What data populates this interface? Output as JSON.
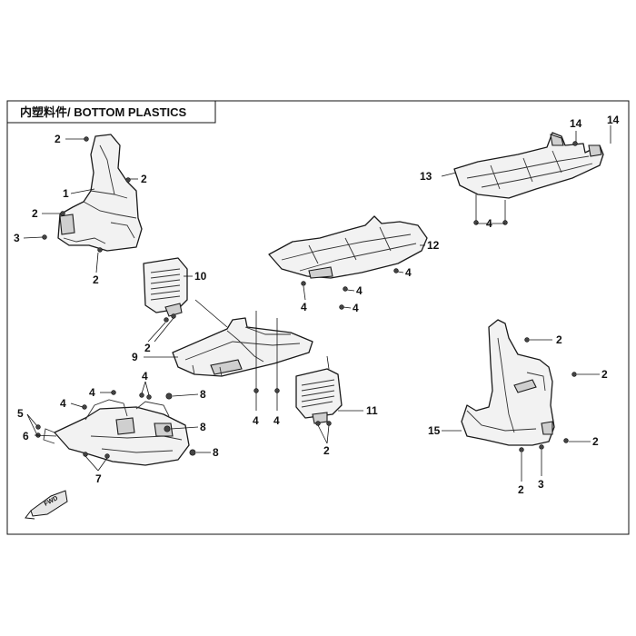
{
  "header": {
    "title": "内塑料件/ BOTTOM PLASTICS"
  },
  "direction_badge": {
    "label": "FWD"
  },
  "callouts": {
    "c1": "1",
    "c2": "2",
    "c3": "3",
    "c4": "4",
    "c5": "5",
    "c6": "6",
    "c7": "7",
    "c8": "8",
    "c9": "9",
    "c10": "10",
    "c11": "11",
    "c12": "12",
    "c13": "13",
    "c14": "14",
    "c15": "15"
  },
  "colors": {
    "line": "#1a1a1a",
    "part_fill": "#f2f2f2",
    "shade": "#cfcfcf"
  }
}
